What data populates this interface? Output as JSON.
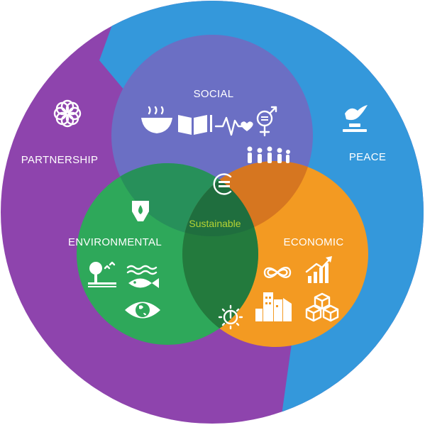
{
  "labels": {
    "social": "SOCIAL",
    "partnership": "PARTNERSHIP",
    "peace": "PEACE",
    "environmental": "ENVIRONMENTAL",
    "economic": "ECONOMIC",
    "sustainable": "Sustainable"
  },
  "colors": {
    "purple": "#8e44ad",
    "blue": "#3498db",
    "social": "#6b6fc4",
    "environmental": "#2ea85a",
    "economic": "#f39a22",
    "sustainable_text": "#b5d334",
    "icon": "#ffffff"
  },
  "icons": {
    "partnership": [
      "flower-icon"
    ],
    "peace": [
      "dove-gavel-icon"
    ],
    "social": [
      "bowl-icon",
      "book-icon",
      "heartbeat-icon",
      "gender-equality-icon",
      "family-icon"
    ],
    "environmental": [
      "water-drop-icon",
      "tree-icon",
      "fish-icon",
      "earth-eye-icon"
    ],
    "economic": [
      "infinity-icon",
      "growth-chart-icon",
      "city-icon",
      "cubes-icon",
      "sun-power-icon"
    ],
    "center": [
      "equality-circle-icon"
    ]
  }
}
